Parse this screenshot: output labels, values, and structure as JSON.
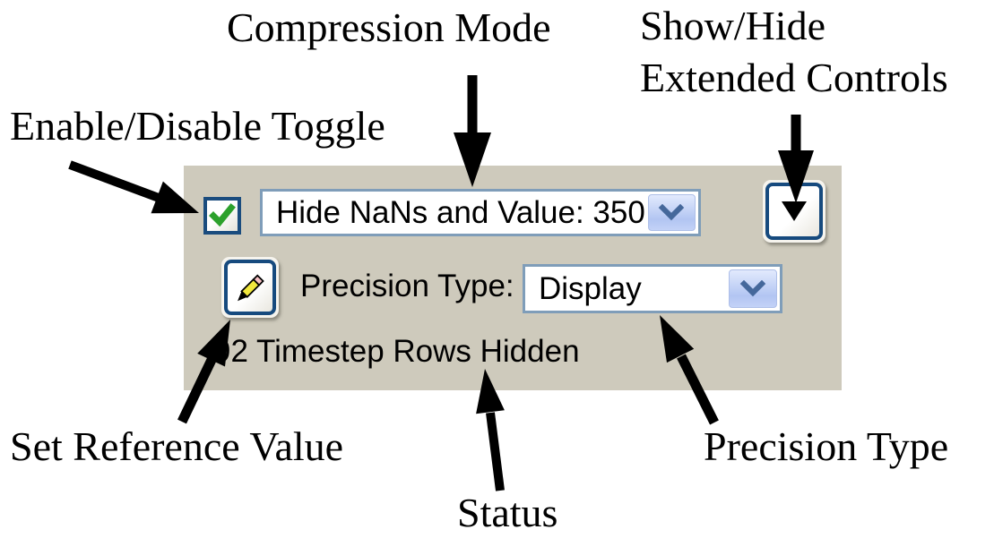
{
  "annotations": {
    "compression_mode": "Compression Mode",
    "show_hide_line1": "Show/Hide",
    "show_hide_line2": "Extended Controls",
    "enable_disable_toggle": "Enable/Disable Toggle",
    "set_reference_value": "Set Reference Value",
    "status": "Status",
    "precision_type": "Precision Type"
  },
  "panel": {
    "enable_toggle": {
      "checked": true
    },
    "compression_mode_combo": {
      "value": "Hide NaNs and Value: 350"
    },
    "extended_controls_button": {
      "icon": "triangle-down-icon"
    },
    "set_reference_button": {
      "icon": "pencil-icon"
    },
    "precision_type_label": "Precision Type:",
    "precision_type_combo": {
      "value": "Display"
    },
    "status_text": "92 Timestep Rows Hidden"
  },
  "colors": {
    "panel_bg": "#cecabc",
    "combo_border": "#7f9db9",
    "navy_border": "#164a7e",
    "check_green": "#2ca12c",
    "chevron_blue": "#45689b",
    "arrow_black": "#000000"
  }
}
